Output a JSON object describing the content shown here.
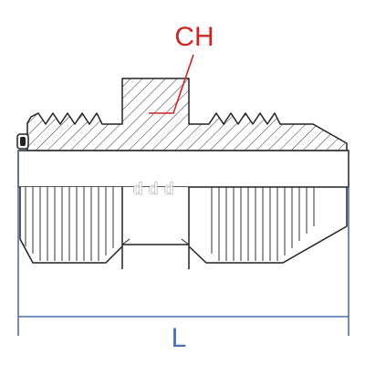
{
  "labels": {
    "hex_size": "CH",
    "length": "L"
  },
  "colors": {
    "outline": "#222222",
    "hatch": "#333333",
    "callout_red": "#d32222",
    "dimension_blue": "#4a6fb3",
    "background": "#ffffff"
  },
  "watermark": "ddd"
}
